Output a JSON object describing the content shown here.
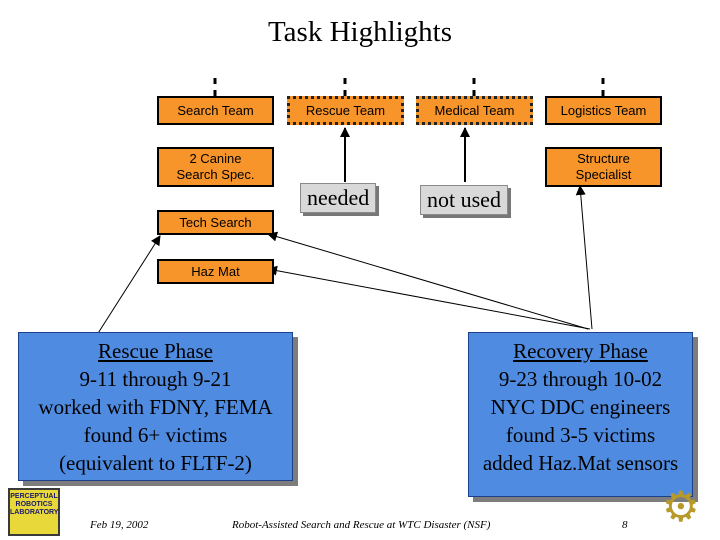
{
  "title": "Task Highlights",
  "teams": {
    "search": "Search Team",
    "rescue": "Rescue Team",
    "medical": "Medical Team",
    "logistics": "Logistics Team"
  },
  "specialists": {
    "canine": "2 Canine\nSearch Spec.",
    "structure": "Structure\nSpecialist",
    "tech_search": "Tech Search",
    "hazmat": "Haz Mat"
  },
  "labels": {
    "needed": "needed",
    "not_used": "not used"
  },
  "rescue_phase": {
    "heading": "Rescue Phase",
    "lines": [
      "9-11 through 9-21",
      "worked with FDNY, FEMA",
      "found 6+ victims",
      "(equivalent to FLTF-2)"
    ]
  },
  "recovery_phase": {
    "heading": "Recovery Phase",
    "lines": [
      "9-23 through 10-02",
      "NYC DDC engineers",
      "found 3-5 victims",
      "added Haz.Mat sensors"
    ]
  },
  "footer": {
    "date": "Feb 19, 2002",
    "caption": "Robot-Assisted Search and Rescue at WTC Disaster (NSF)",
    "page": "8"
  },
  "logo_text": "PERCEPTUAL ROBOTICS LABORATORY",
  "colors": {
    "box": "#f7942a",
    "phase": "#4f8be0",
    "label": "#d9d9d9"
  }
}
